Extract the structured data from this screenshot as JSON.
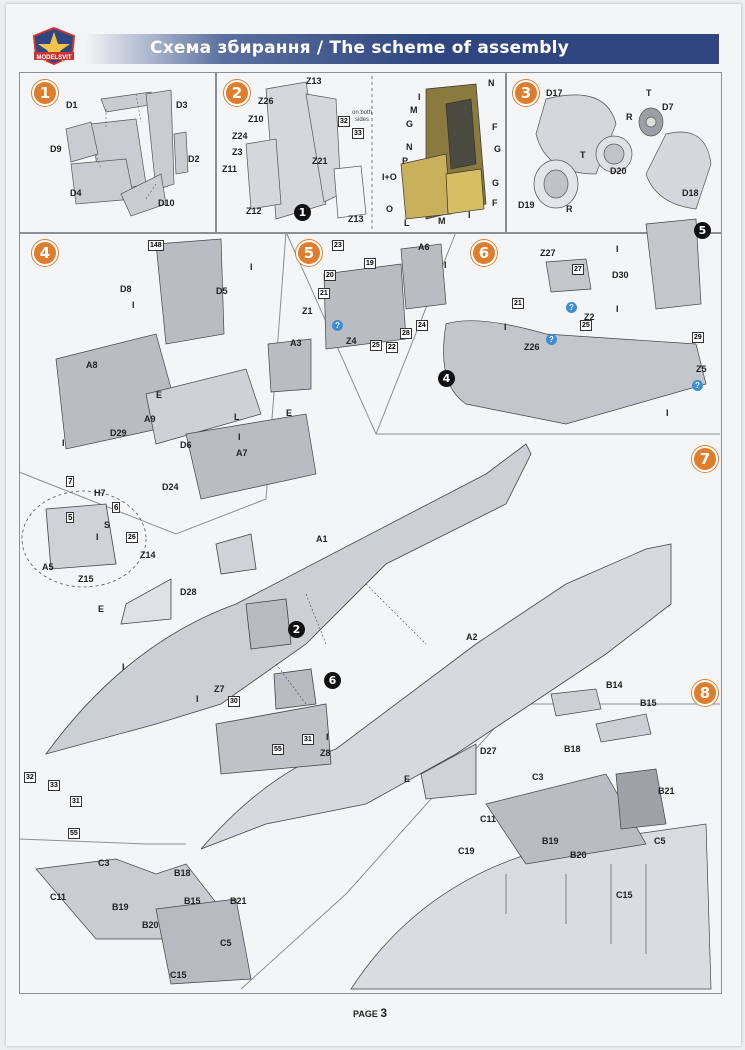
{
  "header": {
    "title": "Схема збирання / The scheme of assembly",
    "logo_text": "MODELSVIT"
  },
  "page": {
    "label": "PAGE",
    "number": "3"
  },
  "steps": {
    "s1": "1",
    "s2": "2",
    "s3": "3",
    "s4": "4",
    "s5": "5",
    "s6": "6",
    "s7": "7",
    "s8": "8"
  },
  "refs": {
    "r1": "1",
    "r2": "2",
    "r4": "4",
    "r5": "5",
    "r6": "6"
  },
  "panel1": {
    "labels": [
      "D1",
      "D3",
      "D9",
      "D2",
      "D4",
      "D10"
    ]
  },
  "panel2": {
    "labels": [
      "Z13",
      "Z26",
      "Z10",
      "Z24",
      "Z3",
      "Z11",
      "Z21",
      "Z12",
      "Z13"
    ],
    "boxes": [
      "32",
      "33"
    ],
    "note": "on both sides",
    "paint": [
      "N",
      "I",
      "M",
      "G",
      "F",
      "N",
      "G",
      "P",
      "G",
      "I+O",
      "F",
      "O",
      "M",
      "I",
      "L"
    ]
  },
  "panel3": {
    "labels": [
      "D17",
      "T",
      "D7",
      "R",
      "T",
      "D20",
      "D19",
      "R",
      "D18"
    ]
  },
  "panel4": {
    "labels": [
      "D8",
      "D5",
      "A3",
      "A8",
      "A9",
      "A7",
      "D29",
      "D6",
      "D24",
      "L",
      "I",
      "I",
      "I",
      "E",
      "E",
      "I"
    ],
    "box": "148"
  },
  "panel5": {
    "labels": [
      "A6",
      "Z1",
      "Z4",
      "I"
    ],
    "boxes": [
      "23",
      "19",
      "20",
      "21",
      "25",
      "22",
      "28",
      "24"
    ]
  },
  "panel6": {
    "labels": [
      "Z27",
      "Z26",
      "Z2",
      "Z5",
      "D30",
      "I",
      "I",
      "I",
      "I"
    ],
    "boxes": [
      "27",
      "21",
      "25",
      "29"
    ]
  },
  "panel7": {
    "labels": [
      "A1",
      "A2",
      "D28",
      "A5",
      "H7",
      "Z14",
      "Z15",
      "Z7",
      "Z8",
      "D27",
      "S",
      "E",
      "E",
      "I",
      "I",
      "I",
      "I"
    ],
    "boxes": [
      "26",
      "30",
      "31",
      "55",
      "32",
      "33",
      "31",
      "55"
    ],
    "callouts": [
      "7",
      "5",
      "6"
    ]
  },
  "panel8": {
    "labels": [
      "B14",
      "B15",
      "B18",
      "B21",
      "C3",
      "C11",
      "B19",
      "B20",
      "C5",
      "C15",
      "C19"
    ]
  },
  "panel9": {
    "labels": [
      "C3",
      "B18",
      "C11",
      "B19",
      "B15",
      "B21",
      "B20",
      "C5",
      "C15"
    ]
  },
  "colors": {
    "accent": "#e07d2c",
    "banner": "#2f4680",
    "help": "#3a8fd6"
  }
}
